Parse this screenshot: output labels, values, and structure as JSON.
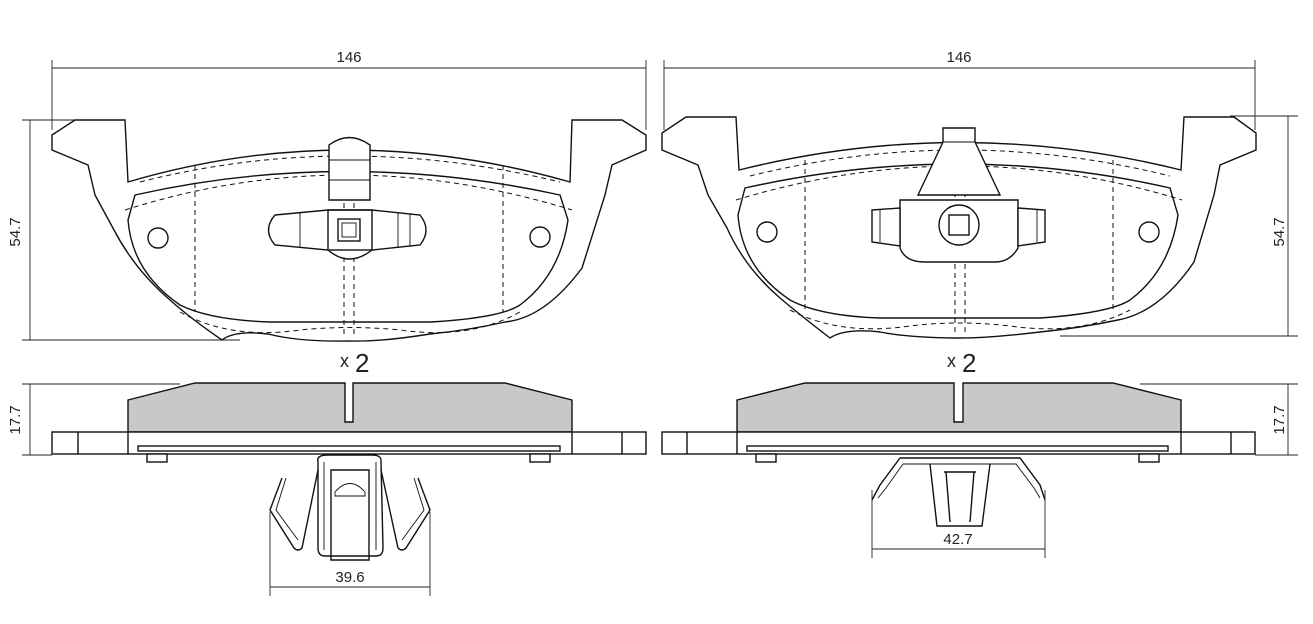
{
  "left_pad": {
    "width_label": "146",
    "height_label": "54.7",
    "thickness_label": "17.7",
    "clip_label": "39.6",
    "qty_prefix": "x",
    "qty_value": "2"
  },
  "right_pad": {
    "width_label": "146",
    "height_label": "54.7",
    "thickness_label": "17.7",
    "clip_label": "42.7",
    "qty_prefix": "x",
    "qty_value": "2"
  },
  "colors": {
    "friction_fill": "#c8c8c8",
    "line": "#111111"
  }
}
